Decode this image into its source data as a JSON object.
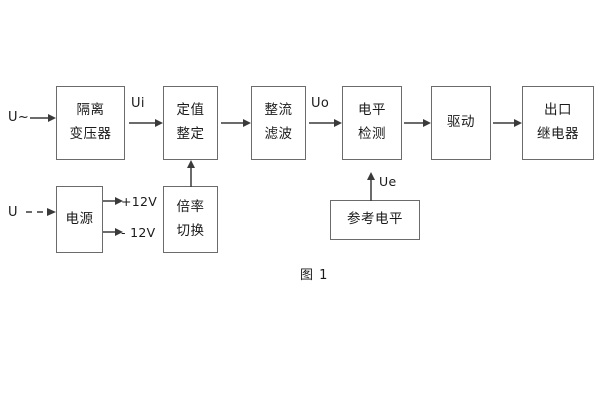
{
  "figure": {
    "caption": "图 1",
    "background_color": "#ffffff",
    "line_color": "#6b6b6b",
    "text_color": "#1a1a1a"
  },
  "blocks": [
    {
      "id": "isolation-transformer",
      "lines": [
        "隔离",
        "变压器"
      ]
    },
    {
      "id": "setting-value",
      "lines": [
        "定值",
        "整定"
      ]
    },
    {
      "id": "rectifier-filter",
      "lines": [
        "整流",
        "滤波"
      ]
    },
    {
      "id": "level-detection",
      "lines": [
        "电平",
        "检测"
      ]
    },
    {
      "id": "drive",
      "lines": [
        "驱动"
      ]
    },
    {
      "id": "output-relay",
      "lines": [
        "出口",
        "继电器"
      ]
    },
    {
      "id": "power-supply",
      "lines": [
        "电源"
      ]
    },
    {
      "id": "multiplier-switch",
      "lines": [
        "倍率",
        "切换"
      ]
    },
    {
      "id": "reference-level",
      "lines": [
        "参考电平"
      ]
    }
  ],
  "signals": {
    "ac_input": "U~",
    "dc_input": "U",
    "ui": "Ui",
    "uo": "Uo",
    "ue": "Ue",
    "rail_positive": "+12V",
    "rail_negative": "- 12V"
  }
}
